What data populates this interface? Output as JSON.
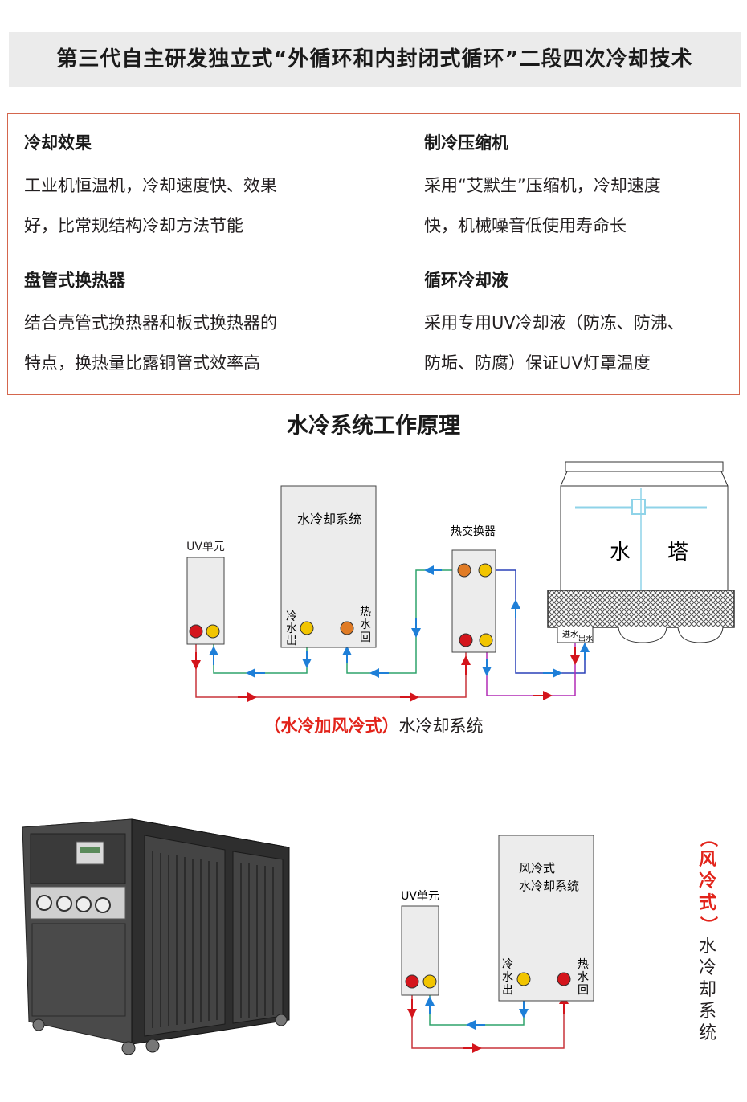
{
  "banner": {
    "title": "第三代自主研发独立式“外循环和内封闭式循环”二段四次冷却技术"
  },
  "features": [
    {
      "title": "冷却效果",
      "lines": [
        "工业机恒温机，冷却速度快、效果",
        "好，比常规结构冷却方法节能"
      ]
    },
    {
      "title": "制冷压缩机",
      "lines": [
        "采用“艾默生”压缩机，冷却速度",
        "快，机械噪音低使用寿命长"
      ]
    },
    {
      "title": "盘管式换热器",
      "lines": [
        "结合壳管式换热器和板式换热器的",
        "特点，换热量比露铜管式效率高"
      ]
    },
    {
      "title": "循环冷却液",
      "lines": [
        "采用专用UV冷却液（防冻、防沸、",
        "防垢、防腐）保证UV灯罩温度"
      ]
    }
  ],
  "section": {
    "title": "水冷系统工作原理"
  },
  "diagram1": {
    "uv_label": "UV单元",
    "chiller_label": "水冷却系统",
    "cold_out": [
      "冷",
      "水",
      "出"
    ],
    "hot_back": [
      "热",
      "水",
      "回"
    ],
    "exchanger_label": "热交换器",
    "tower_label_1": "水",
    "tower_label_2": "塔",
    "water_in": "进水",
    "water_out": "出水",
    "caption_red": "（水冷加风冷式）",
    "caption_black": "水冷却系统"
  },
  "diagram2": {
    "uv_label": "UV单元",
    "chiller_line1": "风冷式",
    "chiller_line2": "水冷却系统",
    "cold_out": [
      "冷",
      "水",
      "出"
    ],
    "hot_back": [
      "热",
      "水",
      "回"
    ],
    "caption_red": [
      "（",
      "风",
      "冷",
      "式",
      "）"
    ],
    "caption_black": [
      "水",
      "冷",
      "却",
      "系",
      "统"
    ]
  },
  "colors": {
    "red": "#e2231a",
    "pipe_red": "#c9343a",
    "pipe_green": "#2fa36b",
    "pipe_blue": "#2a40b8",
    "pipe_purple": "#b22bb5",
    "arrow_blue": "#1e7fd8",
    "valve_yellow": "#f2c500",
    "valve_red": "#d4151c",
    "valve_orange": "#e07b25"
  }
}
